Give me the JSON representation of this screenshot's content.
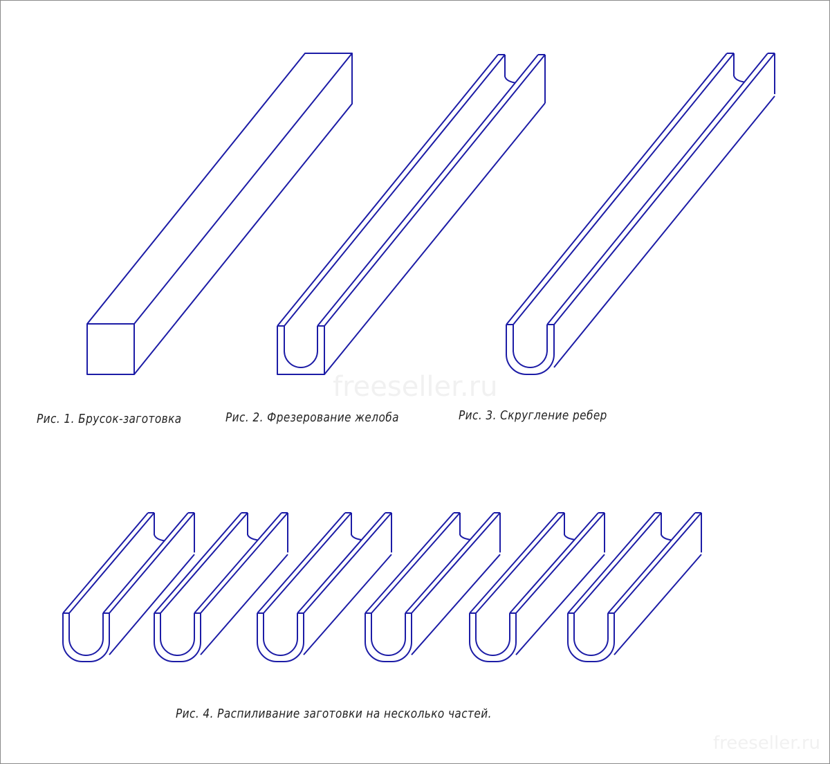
{
  "colors": {
    "line": "#1c1ca6",
    "caption": "#222222",
    "watermark": "#f0f0f0"
  },
  "captions": {
    "fig1": "Рис. 1. Брусок-заготовка",
    "fig2": "Рис. 2. Фрезерование желоба",
    "fig3": "Рис. 3. Скругление ребер",
    "fig4": "Рис. 4. Распиливание заготовки на несколько частей."
  },
  "watermark": {
    "center": "freeseller.ru",
    "corner": "freeseller.ru"
  }
}
